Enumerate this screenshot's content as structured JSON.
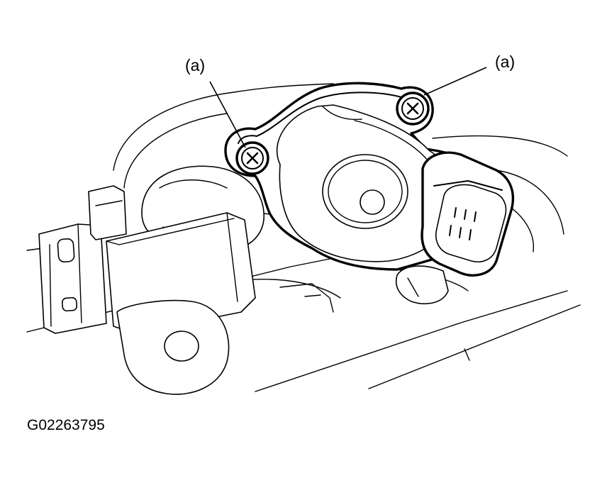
{
  "callouts": {
    "left_label": "(a)",
    "right_label": "(a)"
  },
  "figure_code": "G02263795",
  "components": {
    "main_part": "throttle-position-sensor",
    "fasteners": [
      "screw-left",
      "screw-right"
    ],
    "connector_pins": 6
  },
  "colors": {
    "line": "#000000",
    "background": "#ffffff"
  }
}
